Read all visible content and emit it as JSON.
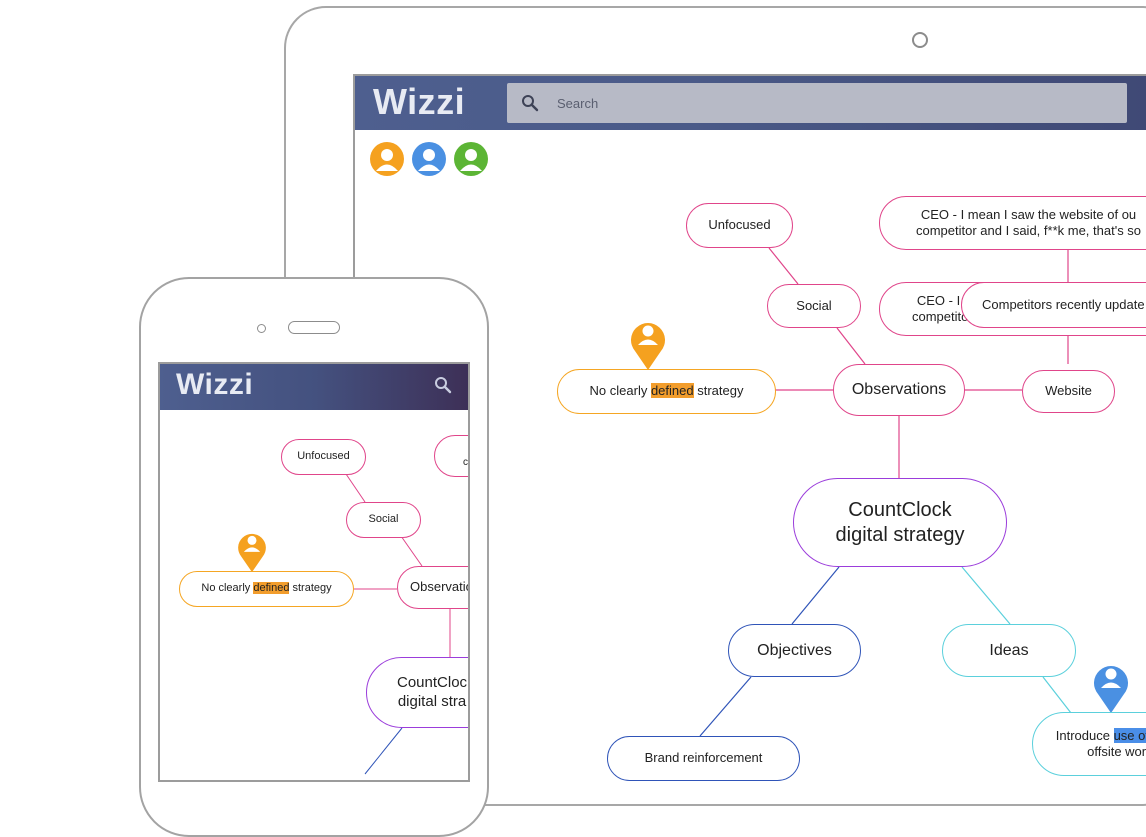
{
  "app": {
    "name": "Wizzi"
  },
  "search": {
    "placeholder": "Search"
  },
  "collaborators": [
    {
      "color": "#f5a11f"
    },
    {
      "color": "#4a90e2"
    },
    {
      "color": "#5cb535"
    }
  ],
  "mindmap": {
    "central": {
      "line1": "CountClock",
      "line2": "digital strategy"
    },
    "observations": "Observations",
    "social": "Social",
    "unfocused": "Unfocused",
    "strategy": {
      "pre": "No clearly ",
      "highlight": "defined",
      "post": " strategy"
    },
    "website": "Website",
    "competitors": "Competitors recently update",
    "ceo": {
      "line1": "CEO - I mean I saw the website of ou",
      "line2": "competitor and I said, f**k me, that's so"
    },
    "objectives": "Objectives",
    "ideas": "Ideas",
    "brand": "Brand reinforcement",
    "introduce": {
      "pre": "Introduce ",
      "highlight": "use of",
      "line2": "offsite worl"
    }
  },
  "phone_map": {
    "unfocused": "Unfocused",
    "social": "Social",
    "observations": "Observatio",
    "strategy": {
      "pre": "No clearly ",
      "highlight": "defined",
      "post": " strategy"
    },
    "central": {
      "line1": "CountCloc",
      "line2": "digital stra"
    },
    "ceo_fragment": "c"
  },
  "colors": {
    "pink": "#e0458a",
    "orange": "#f5a623",
    "purple": "#9b3ddb",
    "blue": "#2f54b8",
    "cyan": "#5bd0dc",
    "header": "#4a5a88"
  }
}
